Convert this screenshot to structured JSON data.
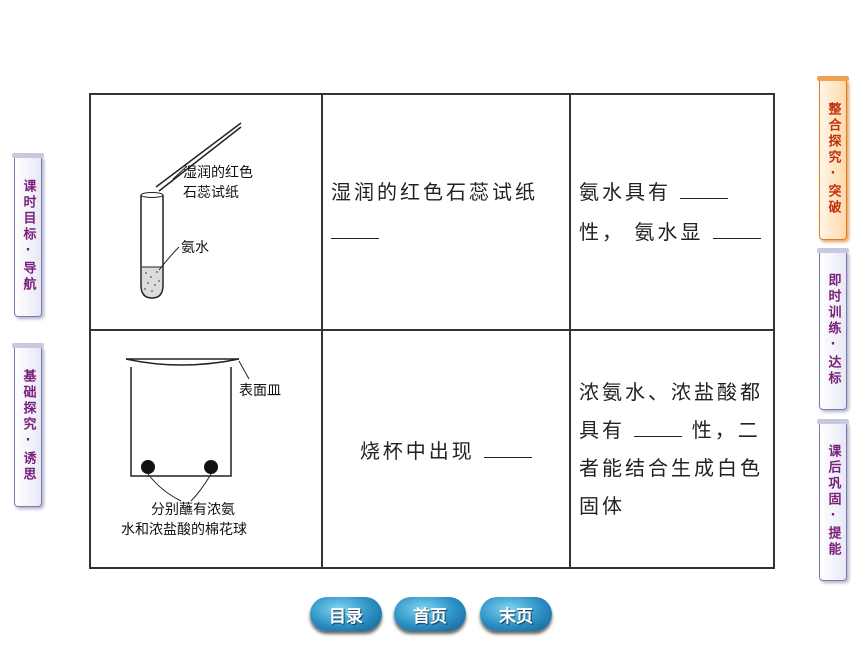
{
  "left_tabs": [
    {
      "label": "课时目标·导航"
    },
    {
      "label": "基础探究·诱思"
    }
  ],
  "right_tabs": [
    {
      "label": "整合探究·突破"
    },
    {
      "label": "即时训练·达标"
    },
    {
      "label": "课后巩固·提能"
    }
  ],
  "table": {
    "row1": {
      "figure_labels": [
        "湿润的红色",
        "石蕊试纸",
        "氨水"
      ],
      "phenomenon": "湿润的红色石蕊试纸",
      "conclusion_a": "氨水具有",
      "conclusion_b": "性，",
      "conclusion_c": "氨水显"
    },
    "row2": {
      "figure_labels": [
        "表面皿",
        "分别蘸有浓氨",
        "水和浓盐酸的棉花球"
      ],
      "phenomenon": "烧杯中出现",
      "conclusion_a": "浓氨水、浓盐酸都具有",
      "conclusion_b": "性，二者能结合生成白色固体"
    }
  },
  "nav": {
    "toc": "目录",
    "first": "首页",
    "last": "末页"
  }
}
